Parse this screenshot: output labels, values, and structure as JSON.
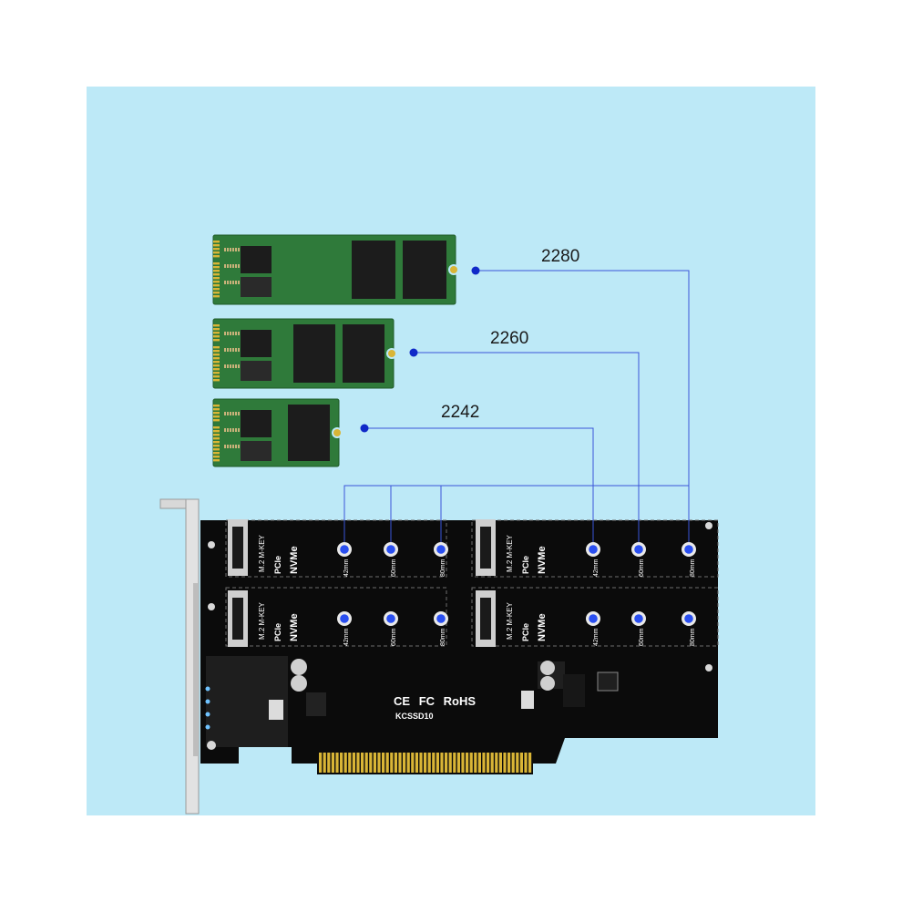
{
  "callouts": [
    {
      "label": "2280"
    },
    {
      "label": "2260"
    },
    {
      "label": "2242"
    }
  ],
  "board": {
    "model": "KCSSD10",
    "certifications": [
      "CE",
      "FC",
      "RoHS"
    ],
    "slot_label": "M.2 M-KEY",
    "interface_label": "PCIe",
    "nvme_label": "NVMe",
    "length_marks": [
      "42mm",
      "60mm",
      "80mm"
    ]
  },
  "colors": {
    "background": "#bde9f7",
    "pcb": "#0b0b0b",
    "ssd_pcb": "#2f7a3a",
    "chip": "#1c1c1c",
    "gold": "#d9b536",
    "guide_line": "#3a55d8",
    "guide_dot": "#1029c8",
    "standoff": "#2a4ff0"
  }
}
